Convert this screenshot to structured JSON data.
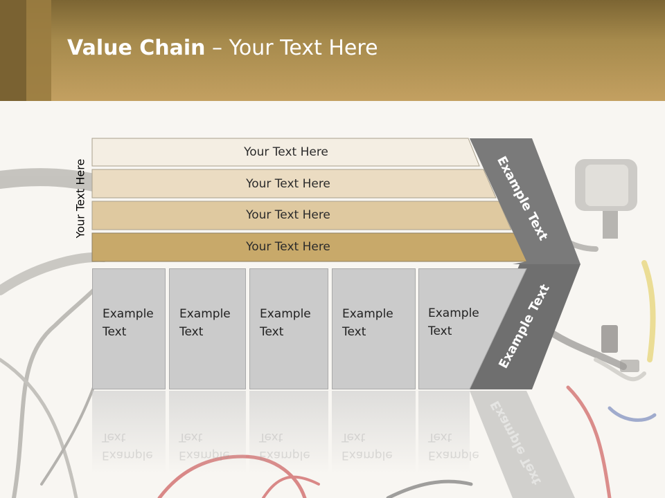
{
  "slide": {
    "title_bold": "Value Chain",
    "title_rest": " – Your Text Here",
    "side_label": "Your Text Here",
    "rows": [
      {
        "label": "Your Text Here",
        "color": "#f4eee3"
      },
      {
        "label": "Your Text Here",
        "color": "#ebdcc2"
      },
      {
        "label": "Your Text Here",
        "color": "#dfc9a0"
      },
      {
        "label": "Your Text Here",
        "color": "#c8a96a"
      }
    ],
    "boxes": [
      {
        "line1": "Example",
        "line2": "Text"
      },
      {
        "line1": "Example",
        "line2": "Text"
      },
      {
        "line1": "Example",
        "line2": "Text"
      },
      {
        "line1": "Example",
        "line2": "Text"
      },
      {
        "line1": "Example",
        "line2": "Text"
      }
    ],
    "chevron_upper_label": "Example Text",
    "chevron_lower_label": "Example Text",
    "colors": {
      "header": "#c3a061",
      "chevron": "#7a7a7a",
      "box": "#cbcbcb"
    }
  }
}
